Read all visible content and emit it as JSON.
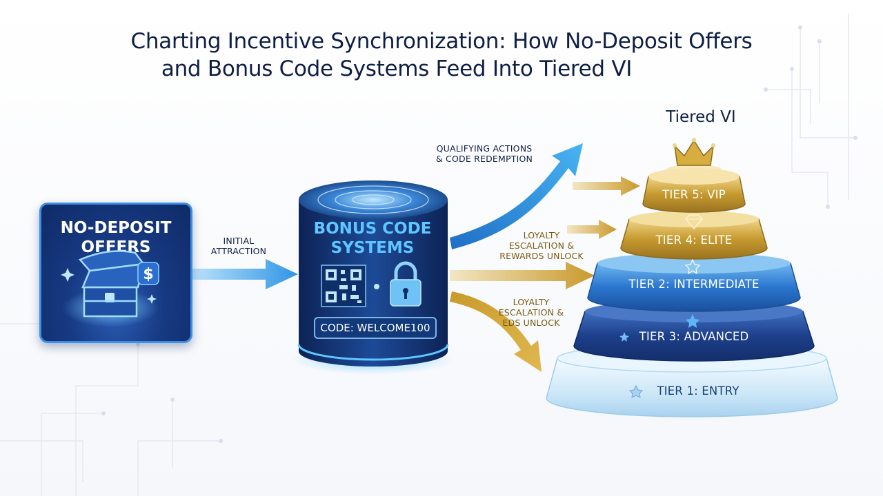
{
  "title": {
    "line1": "Charting Incentive Synchronization: How No-Deposit Offers",
    "line2": "and Bonus Code Systems Feed Into Tiered VI"
  },
  "no_deposit": {
    "title": "NO-DEPOSIT\nOFFERS",
    "icons": [
      "treasure-chest-icon",
      "dollar-sign-icon",
      "sparkle-icon"
    ]
  },
  "bonus_codes": {
    "title": "BONUS CODE\nSYSTEMS",
    "code": "CODE: WELCOME100",
    "icons": [
      "qr-code-icon",
      "padlock-icon"
    ]
  },
  "flows": {
    "initial": "INITIAL\nATTRACTION",
    "qualifying": "QUALIFYING ACTIONS\n& CODE REDEMPTION",
    "loyalty_rewards": "LOYALTY\nESCALATION &\nREWARDS UNLOCK",
    "loyalty_eds": "LOYALTY\nESCALATION &\nEDS UNLOCK"
  },
  "tiers": {
    "title": "Tiered VI",
    "items": [
      {
        "label": "TIER 5: VIP",
        "style": "gold"
      },
      {
        "label": "TIER 4: ELITE",
        "style": "gold"
      },
      {
        "label": "TIER 2: INTERMEDIATE",
        "style": "blue"
      },
      {
        "label": "TIER 3: ADVANCED",
        "style": "navy"
      },
      {
        "label": "TIER 1: ENTRY",
        "style": "light"
      }
    ],
    "icons": [
      "crown-icon",
      "diamond-icon",
      "star-icon"
    ]
  },
  "colors": {
    "navy": "#0f2a66",
    "blue_arrow": "#3aa0ea",
    "gold": "#c9a13a",
    "code_text": "#5fc6ff"
  }
}
